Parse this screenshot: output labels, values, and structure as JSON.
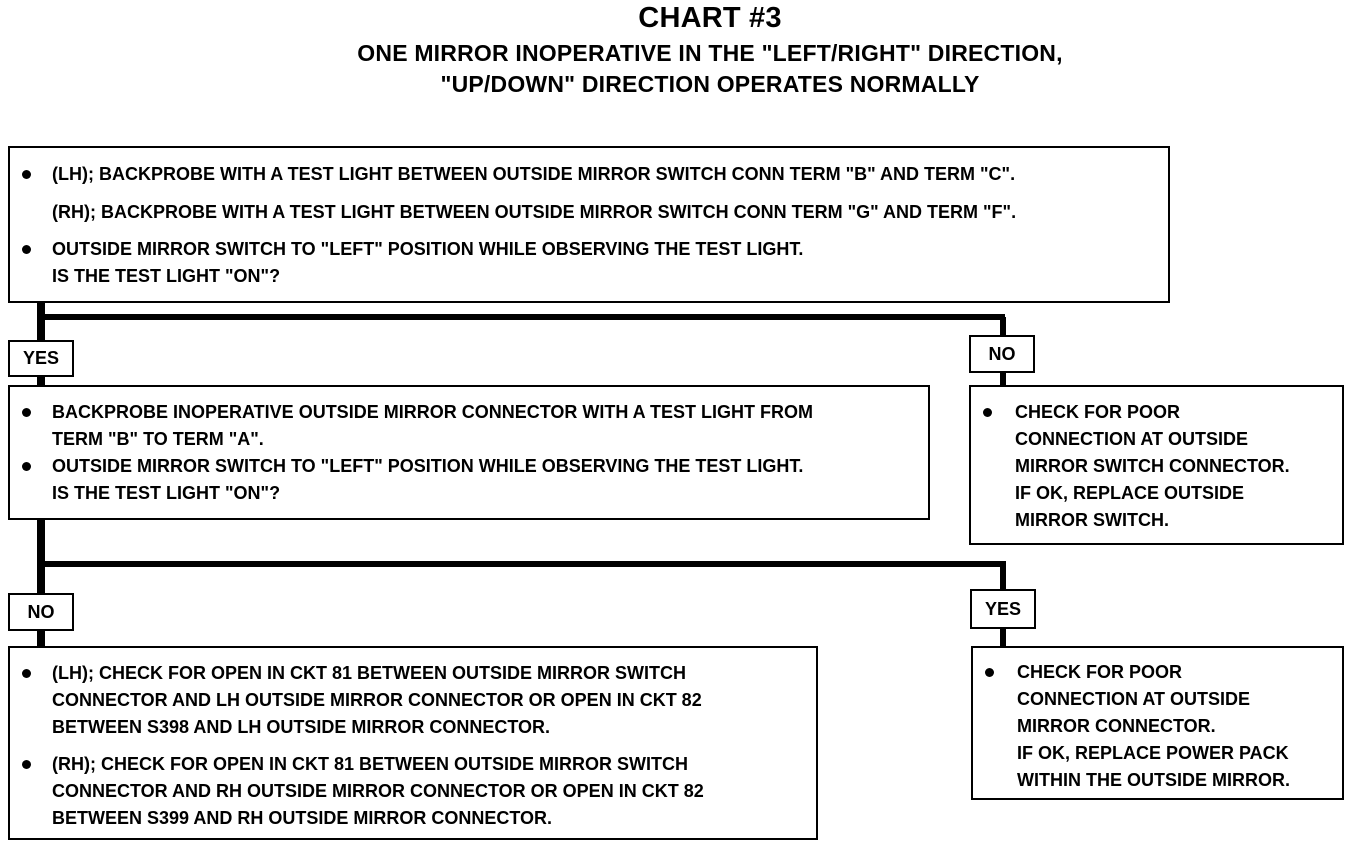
{
  "header": {
    "title": "CHART #3",
    "subtitle_line1": "ONE MIRROR INOPERATIVE IN THE \"LEFT/RIGHT\" DIRECTION,",
    "subtitle_line2": "\"UP/DOWN\" DIRECTION OPERATES NORMALLY"
  },
  "step1": {
    "bullet1_line1": "(LH); BACKPROBE WITH A TEST LIGHT BETWEEN OUTSIDE MIRROR SWITCH CONN TERM \"B\" AND TERM \"C\".",
    "bullet1_line2": "(RH); BACKPROBE WITH A TEST LIGHT BETWEEN OUTSIDE MIRROR SWITCH CONN TERM \"G\" AND TERM \"F\".",
    "bullet2_line1": "OUTSIDE MIRROR SWITCH TO \"LEFT\" POSITION WHILE OBSERVING THE TEST LIGHT.",
    "bullet2_line2": "IS THE TEST LIGHT \"ON\"?"
  },
  "branch1": {
    "yes_label": "YES",
    "no_label": "NO"
  },
  "step2": {
    "bullet1_line1": "BACKPROBE INOPERATIVE OUTSIDE MIRROR CONNECTOR WITH A TEST LIGHT FROM",
    "bullet1_line2": "TERM \"B\" TO TERM \"A\".",
    "bullet2_line1": "OUTSIDE MIRROR SWITCH TO \"LEFT\" POSITION WHILE OBSERVING THE TEST LIGHT.",
    "bullet2_line2": "IS THE TEST LIGHT \"ON\"?"
  },
  "result_no1": {
    "lines": [
      "CHECK FOR POOR",
      "CONNECTION AT OUTSIDE",
      "MIRROR SWITCH CONNECTOR.",
      "IF OK, REPLACE OUTSIDE",
      "MIRROR SWITCH."
    ]
  },
  "branch2": {
    "no_label": "NO",
    "yes_label": "YES"
  },
  "result_no2": {
    "lh_lines": [
      "(LH); CHECK FOR OPEN IN CKT 81 BETWEEN OUTSIDE MIRROR SWITCH",
      "CONNECTOR AND LH OUTSIDE MIRROR CONNECTOR OR OPEN IN CKT 82",
      "BETWEEN S398 AND LH OUTSIDE MIRROR CONNECTOR."
    ],
    "rh_lines": [
      "(RH); CHECK FOR OPEN IN CKT 81 BETWEEN OUTSIDE MIRROR SWITCH",
      "CONNECTOR AND RH OUTSIDE MIRROR CONNECTOR OR OPEN IN CKT 82",
      "BETWEEN S399 AND RH OUTSIDE MIRROR CONNECTOR."
    ]
  },
  "result_yes2": {
    "lines": [
      "CHECK FOR POOR",
      "CONNECTION AT OUTSIDE",
      "MIRROR CONNECTOR.",
      "IF OK, REPLACE POWER PACK",
      "WITHIN THE OUTSIDE MIRROR."
    ]
  }
}
